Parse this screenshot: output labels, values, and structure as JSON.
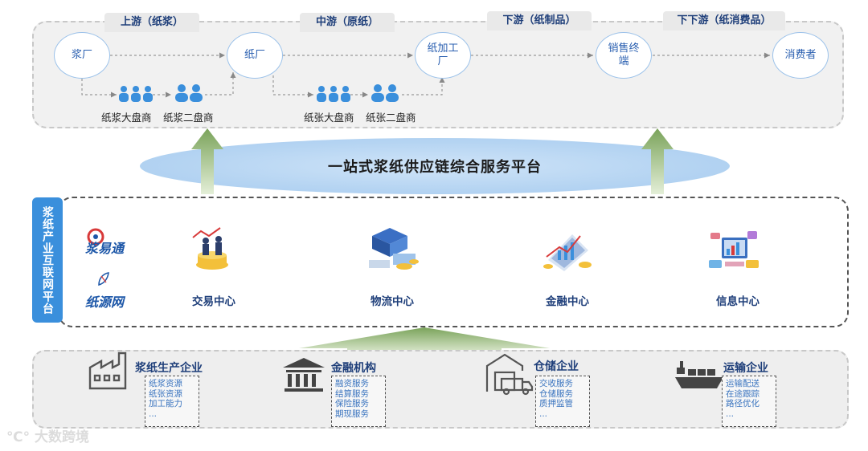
{
  "chain": {
    "stages": [
      "上游（纸浆）",
      "中游（原纸）",
      "下游（纸制品）",
      "下下游（纸消费品）"
    ],
    "nodes": [
      "浆厂",
      "纸厂",
      "纸加工厂",
      "销售终端",
      "消费者"
    ],
    "dealers": [
      "纸浆大盘商",
      "纸浆二盘商",
      "纸张大盘商",
      "纸张二盘商"
    ]
  },
  "platform": {
    "title": "一站式浆纸供应链综合服务平台"
  },
  "internet_platform": {
    "side_label": "浆纸产业互联网平台",
    "brands": [
      "浆易通",
      "纸源网"
    ],
    "centers": [
      "交易中心",
      "物流中心",
      "金融中心",
      "信息中心"
    ]
  },
  "enterprises": [
    {
      "title": "浆纸生产企业",
      "icon": "factory-icon",
      "services": [
        "纸浆资源",
        "纸张资源",
        "加工能力",
        "..."
      ]
    },
    {
      "title": "金融机构",
      "icon": "bank-icon",
      "services": [
        "融资服务",
        "结算服务",
        "保险服务",
        "期现服务"
      ]
    },
    {
      "title": "仓储企业",
      "icon": "warehouse-icon",
      "services": [
        "交收服务",
        "仓储服务",
        "质押监管",
        "..."
      ]
    },
    {
      "title": "运输企业",
      "icon": "ship-icon",
      "services": [
        "运输配送",
        "在途跟踪",
        "路径优化",
        "..."
      ]
    }
  ],
  "watermark": "大数跨境",
  "colors": {
    "accent": "#3a8fdc",
    "arrow": "#8fb36a",
    "title": "#1f3f7a"
  }
}
